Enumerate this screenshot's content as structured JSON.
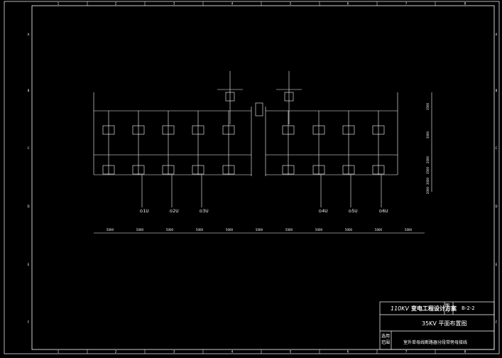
{
  "drawing": {
    "col_labels": [
      "1",
      "2",
      "3",
      "4",
      "5",
      "6",
      "7",
      "8"
    ],
    "row_labels": [
      "A",
      "B",
      "C",
      "D",
      "E",
      "F"
    ],
    "feeder_labels_left": [
      "⊙1U",
      "⊙2U",
      "⊙3U"
    ],
    "feeder_labels_right": [
      "⊙4U",
      "⊙5U",
      "⊙6U"
    ],
    "bay_dimensions": [
      "5000",
      "5000",
      "5000",
      "5000",
      "5000",
      "5000",
      "5000",
      "5000",
      "5000",
      "5000",
      "5000"
    ],
    "vertical_dimensions": [
      "3500",
      "3000",
      "2000",
      "3500",
      "3000",
      "2000"
    ],
    "colors": {
      "line": "#ffffff",
      "background": "#000000"
    }
  },
  "title_block": {
    "voltage": "110KV",
    "project_title": "变电工程设计方案",
    "drawing_no_label": "图号",
    "drawing_no": "B-2-2",
    "sheet_title": "35KV  平面布置图",
    "stage_label": "选用范围",
    "description": "室外单母线断路器分段带旁母接线"
  }
}
